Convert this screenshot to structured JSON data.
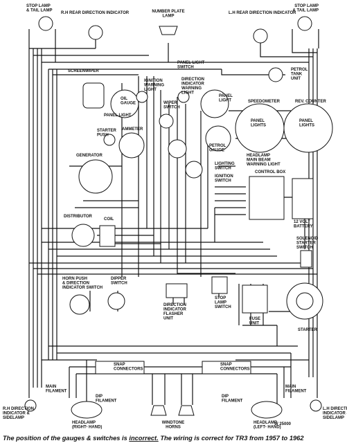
{
  "labels": {
    "stop_tail_left": [
      "STOP LAMP",
      "& TAIL LAMP"
    ],
    "rh_rear_indicator": "R.H REAR DIRECTION INDICATOR",
    "number_plate": [
      "NUMBER PLATE",
      "LAMP"
    ],
    "lh_rear_indicator": "L.H REAR DIRECTION INDICATOR",
    "stop_tail_right": [
      "STOP LAMP",
      "& TAIL LAMP"
    ],
    "screenwiper": "SCREENWIPER",
    "panel_light_switch": [
      "PANEL LIGHT",
      "SWITCH"
    ],
    "ignition_warning": [
      "IGNITION",
      "WARNING",
      "LIGHT"
    ],
    "direction_warning": [
      "DIRECTION",
      "INDICATOR",
      "WARNING",
      "LIGHT"
    ],
    "petrol_tank": [
      "PETROL",
      "TANK",
      "UNIT"
    ],
    "oil_gauge": [
      "OIL",
      "GAUGE"
    ],
    "panel_light_l": "PANEL LIGHT",
    "wiper_switch": [
      "WIPER",
      "SWITCH"
    ],
    "panel_light_r": [
      "PANEL",
      "LIGHT"
    ],
    "speedometer": "SPEEDOMETER",
    "rev_counter": "REV. COUNTER",
    "panel_lights_1": [
      "PANEL",
      "LIGHTS"
    ],
    "panel_lights_2": [
      "PANEL",
      "LIGHTS"
    ],
    "ammeter": "AMMETER",
    "starter_push": [
      "STARTER",
      "PUSH"
    ],
    "petrol_gauge": [
      "PETROL",
      "GAUGE"
    ],
    "headlamp_warning": [
      "HEADLAMP",
      "MAIN BEAM",
      "WARNING LIGHT"
    ],
    "generator": "GENERATOR",
    "lighting_switch": [
      "LIGHTING",
      "SWITCH"
    ],
    "ignition_switch": [
      "IGNITION",
      "SWITCH"
    ],
    "control_box": "CONTROL BOX",
    "distributor": "DISTRIBUTOR",
    "coil": "COIL",
    "battery": [
      "12 VOLT",
      "BATTERY"
    ],
    "solenoid": [
      "SOLENOID",
      "STARTER",
      "SWITCH"
    ],
    "horn_push": [
      "HORN PUSH",
      "& DIRECTION",
      "INDICATOR SWITCH"
    ],
    "dipper_switch": [
      "DIPPER",
      "SWITCH"
    ],
    "flasher_unit": [
      "DIRECTION",
      "INDICATOR",
      "FLASHER",
      "UNIT"
    ],
    "stop_lamp_switch": [
      "STOP",
      "LAMP",
      "SWITCH"
    ],
    "fuse_unit": [
      "FUSE",
      "UNIT"
    ],
    "starter": "STARTER",
    "snap_connectors_l": [
      "SNAP",
      "CONNECTORS"
    ],
    "snap_connectors_r": [
      "SNAP",
      "CONNECTORS"
    ],
    "rh_front_indicator": [
      "R.H DIRECTION",
      "INDICATOR &",
      "SIDELAMP"
    ],
    "main_filament_l": [
      "MAIN",
      "FILAMENT"
    ],
    "dip_filament_l": [
      "DIP",
      "FILAMENT"
    ],
    "headlamp_rh": [
      "HEADLAMP",
      "(RIGHT- HAND)"
    ],
    "windtone_horns": [
      "WINDTONE",
      "HORNS"
    ],
    "dip_filament_r": [
      "DIP",
      "FILAMENT"
    ],
    "main_filament_r": [
      "MAIN",
      "FILAMENT"
    ],
    "headlamp_lh": [
      "HEADLAMP",
      "(LEFT- HAND)"
    ],
    "lh_front_indicator": [
      "L.H DIRECTION",
      "INDICATOR &",
      "SIDELAMP"
    ],
    "ref": "W 25000"
  },
  "caption": {
    "part1": "The position of the gauges & switches is ",
    "underlined": "incorrect.",
    "part2": " The wiring is  correct for TR3 from 1957 to 1962"
  }
}
